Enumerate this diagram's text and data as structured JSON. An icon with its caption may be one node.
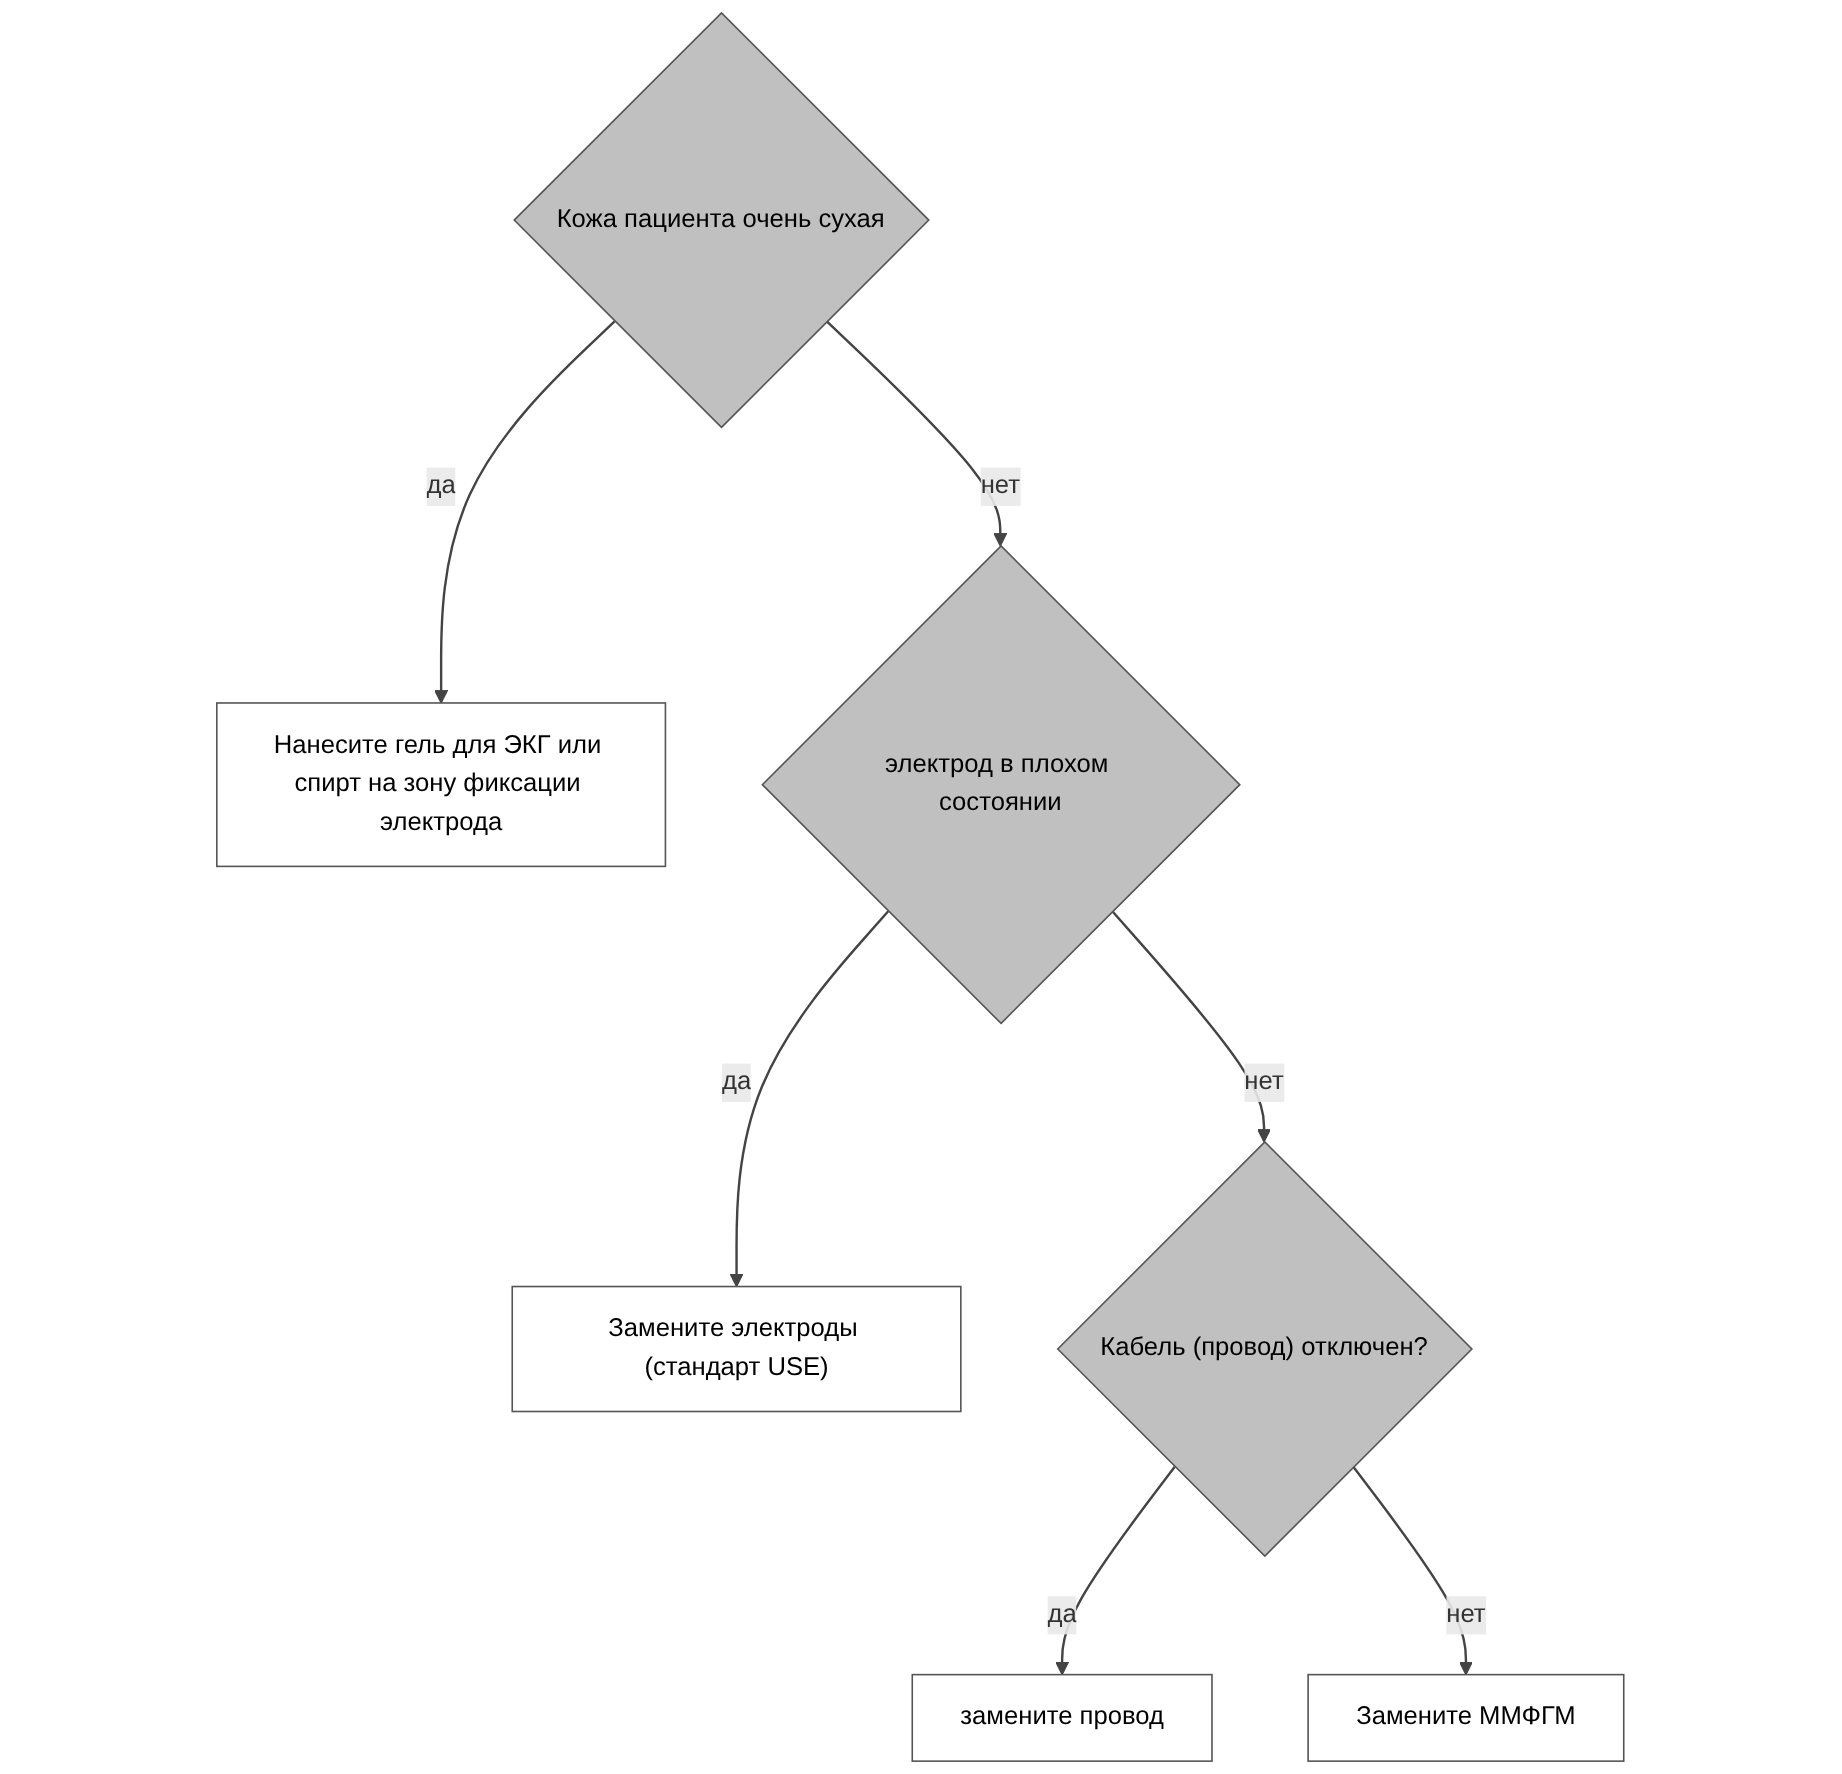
{
  "diagram": {
    "nodes": [
      {
        "text": [
          "Кожа пациента очень сухая"
        ]
      },
      {
        "text": [
          "Нанесите гель для ЭКГ или спирт на зону фиксации электрода"
        ]
      },
      {
        "text": [
          "электрод в плохом состоянии"
        ]
      },
      {
        "text": [
          "Замените электроды (стандарт USE)"
        ]
      },
      {
        "text": [
          "Кабель (провод) отключен?"
        ]
      },
      {
        "text": [
          "замените провод"
        ]
      },
      {
        "text": [
          "Замените ММФГМ"
        ]
      }
    ],
    "edges": [
      {
        "from": 0,
        "to": 1,
        "arrow": "to",
        "label": "да"
      },
      {
        "from": 0,
        "to": 2,
        "arrow": "to",
        "label": "нет"
      },
      {
        "from": 2,
        "to": 3,
        "arrow": "to",
        "label": "да"
      },
      {
        "from": 2,
        "to": 4,
        "arrow": "to",
        "label": "нет"
      },
      {
        "from": 4,
        "to": 5,
        "arrow": "to",
        "label": "да"
      },
      {
        "from": 4,
        "to": 6,
        "arrow": "to",
        "label": "нет"
      }
    ]
  }
}
